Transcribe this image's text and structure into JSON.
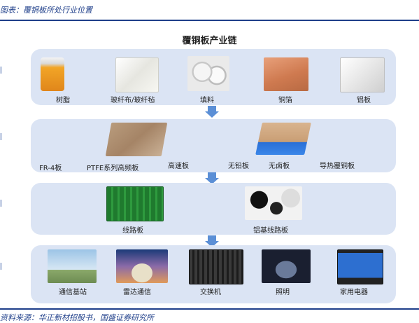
{
  "caption_top": "图表：覆铜板所处行业位置",
  "caption_bottom": "资料来源：华正新材招股书，国盛证券研究所",
  "title": "覆铜板产业链",
  "row1": [
    "树脂",
    "玻纤布/玻纤毡",
    "填料",
    "铜箔",
    "铝板"
  ],
  "row2": [
    "FR-4板",
    "PTFE系列高频板",
    "高速板",
    "无铅板",
    "无卤板",
    "导热覆铜板"
  ],
  "row3": [
    "线路板",
    "铝基线路板"
  ],
  "row4": [
    "通信基站",
    "雷达通信",
    "交换机",
    "照明",
    "家用电器"
  ]
}
